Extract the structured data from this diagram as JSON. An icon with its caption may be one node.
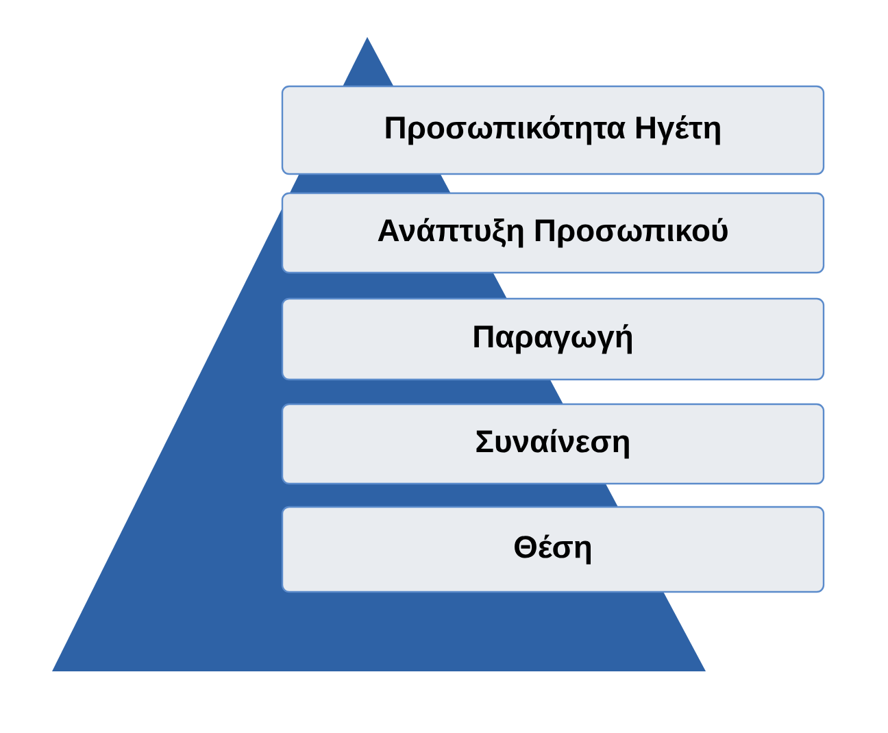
{
  "diagram": {
    "nodes": [
      {
        "text": [
          "Προσωπικότητα Ηγέτη"
        ]
      },
      {
        "text": [
          "Ανάπτυξη Προσωπικού"
        ]
      },
      {
        "text": [
          "Παραγωγή"
        ]
      },
      {
        "text": [
          "Συναίνεση"
        ]
      },
      {
        "text": [
          "Θέση"
        ]
      }
    ]
  }
}
